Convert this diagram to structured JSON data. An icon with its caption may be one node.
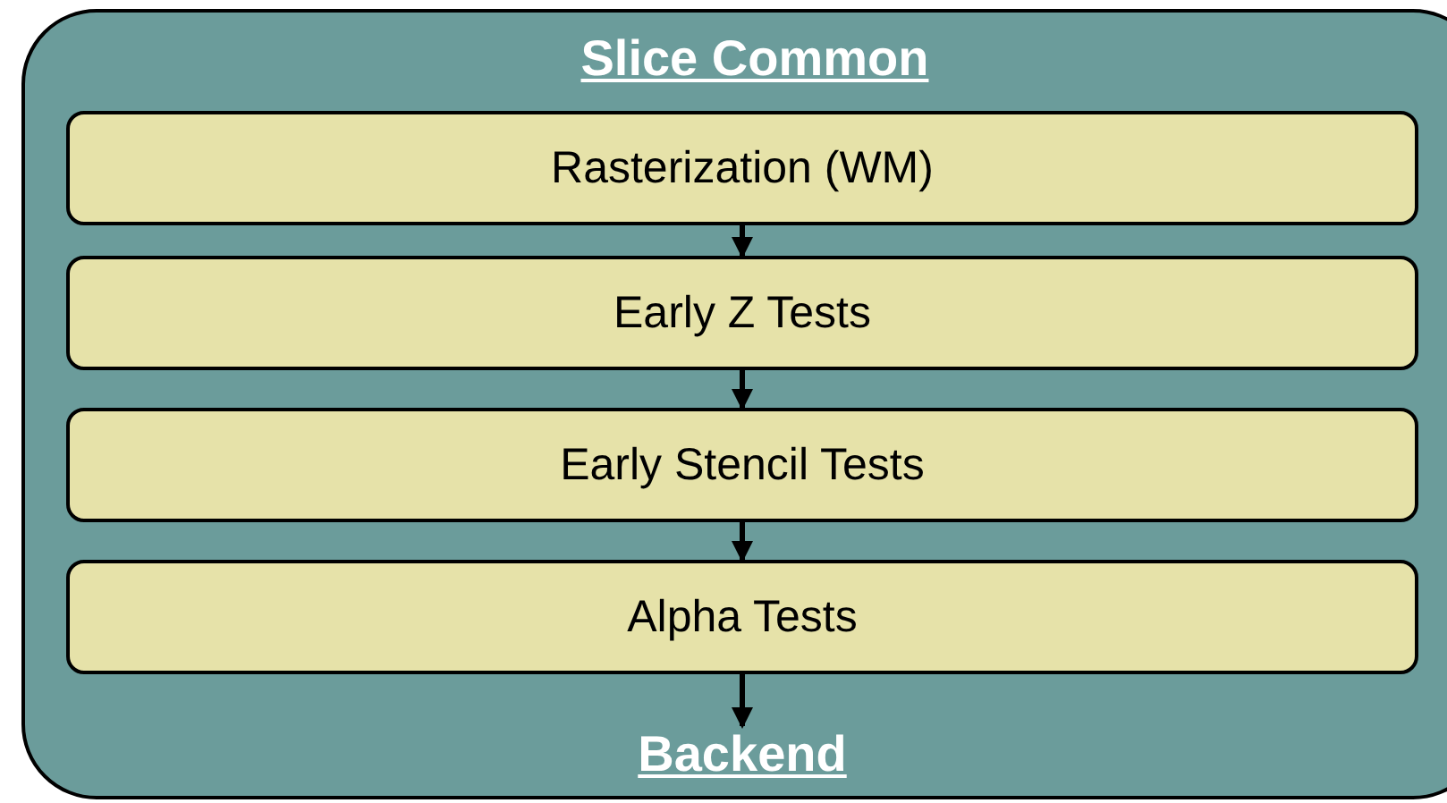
{
  "diagram": {
    "nodes": [
      {
        "text": [
          "Slice Common"
        ]
      },
      {
        "text": [
          "Rasterization (WM)"
        ],
        "in": 0
      },
      {
        "text": [
          "Early Z Tests"
        ],
        "in": 0
      },
      {
        "text": [
          "Early Stencil Tests"
        ],
        "in": 0
      },
      {
        "text": [
          "Alpha Tests"
        ],
        "in": 0
      },
      {
        "text": [
          "Backend"
        ],
        "in": 0
      }
    ],
    "edges": [
      {
        "from": 1,
        "to": 2,
        "arrow": "to"
      },
      {
        "from": 2,
        "to": 3,
        "arrow": "to"
      },
      {
        "from": 3,
        "to": 4,
        "arrow": "to"
      },
      {
        "from": 4,
        "to": 5,
        "arrow": "to"
      }
    ]
  }
}
